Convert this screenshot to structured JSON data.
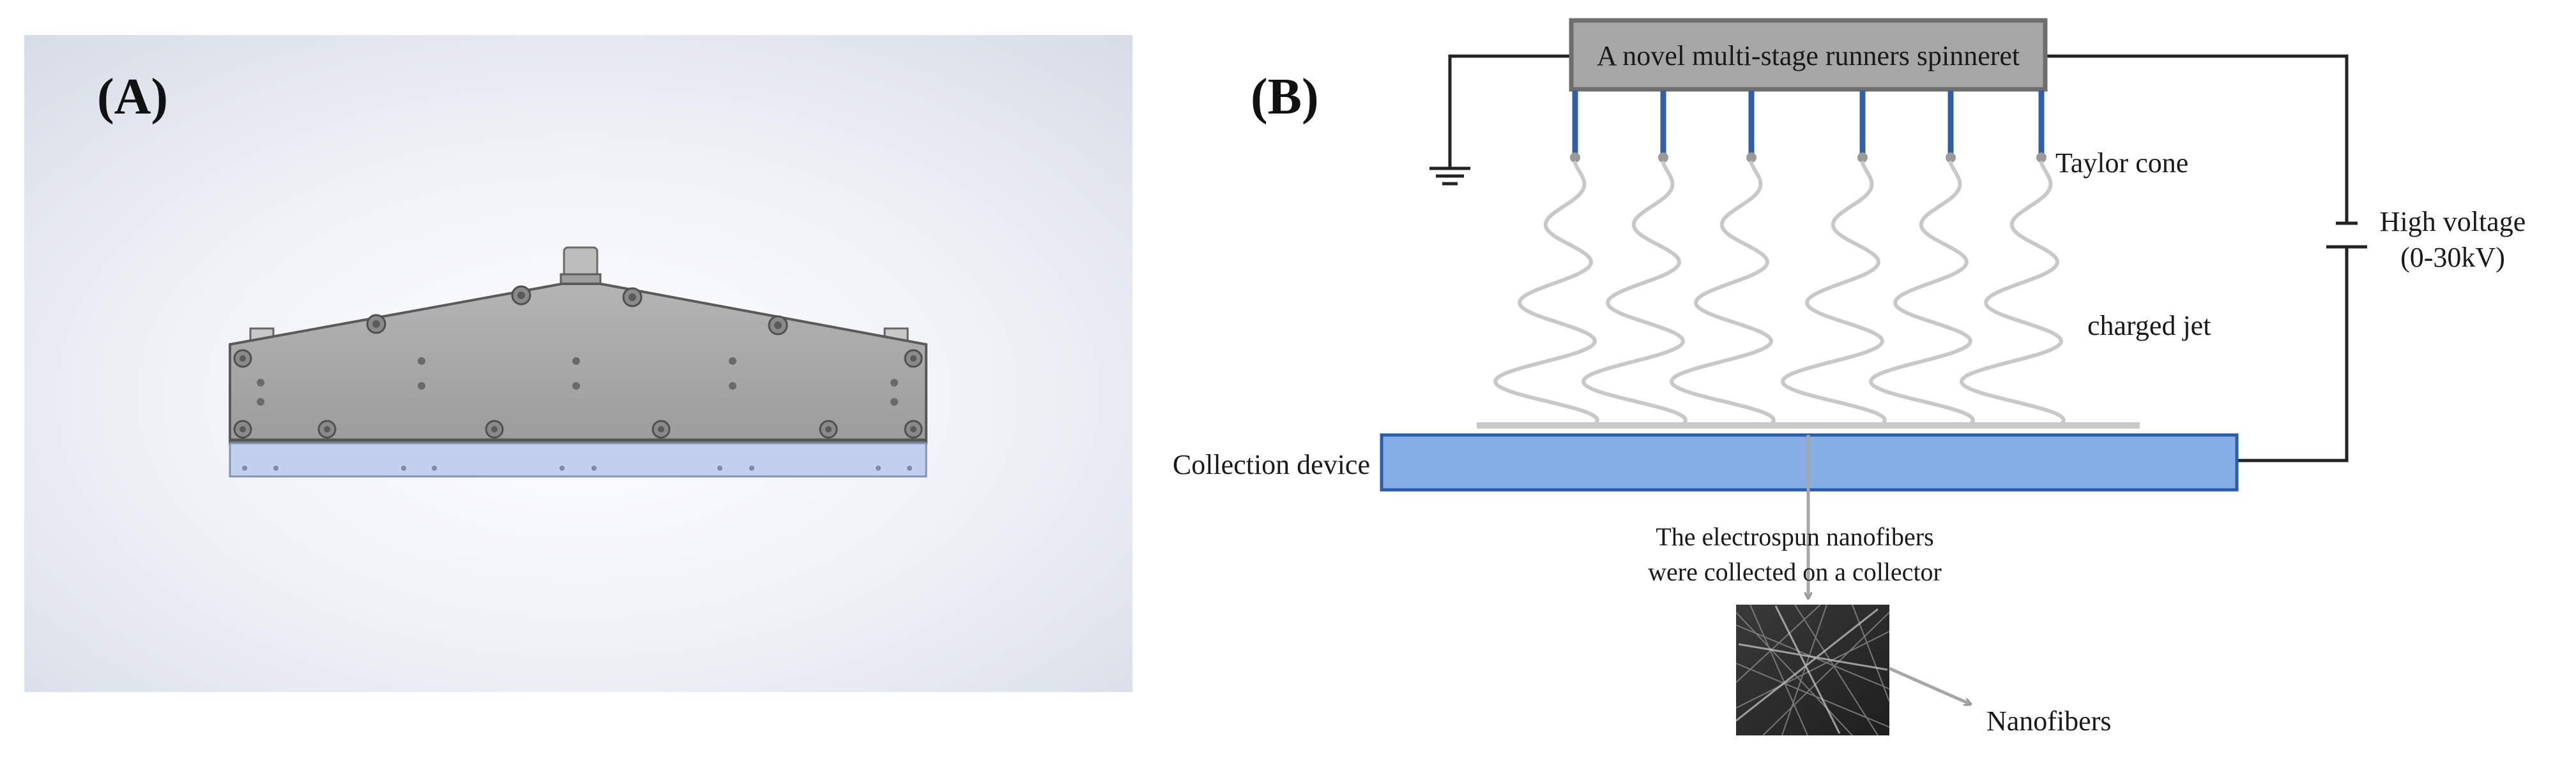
{
  "panel_a": {
    "label": "(A)"
  },
  "panel_b": {
    "label": "(B)",
    "spinneret_label": "A novel multi-stage runners spinneret",
    "taylor_cone_label": "Taylor cone",
    "charged_jet_label": "charged jet",
    "high_voltage_line1": "High voltage",
    "high_voltage_line2": "(0-30kV)",
    "collection_device_label": "Collection device",
    "collected_line1": "The electrospun nanofibers",
    "collected_line2": "were collected on a collector",
    "nanofibers_label": "Nanofibers",
    "colors": {
      "spinneret_fill": "#a6a6a6",
      "spinneret_border": "#6e6e6e",
      "collector_fill": "#86aee6",
      "collector_border": "#2a5caa",
      "needle": "#2f5fa8",
      "jet": "#c8c8c8"
    }
  }
}
